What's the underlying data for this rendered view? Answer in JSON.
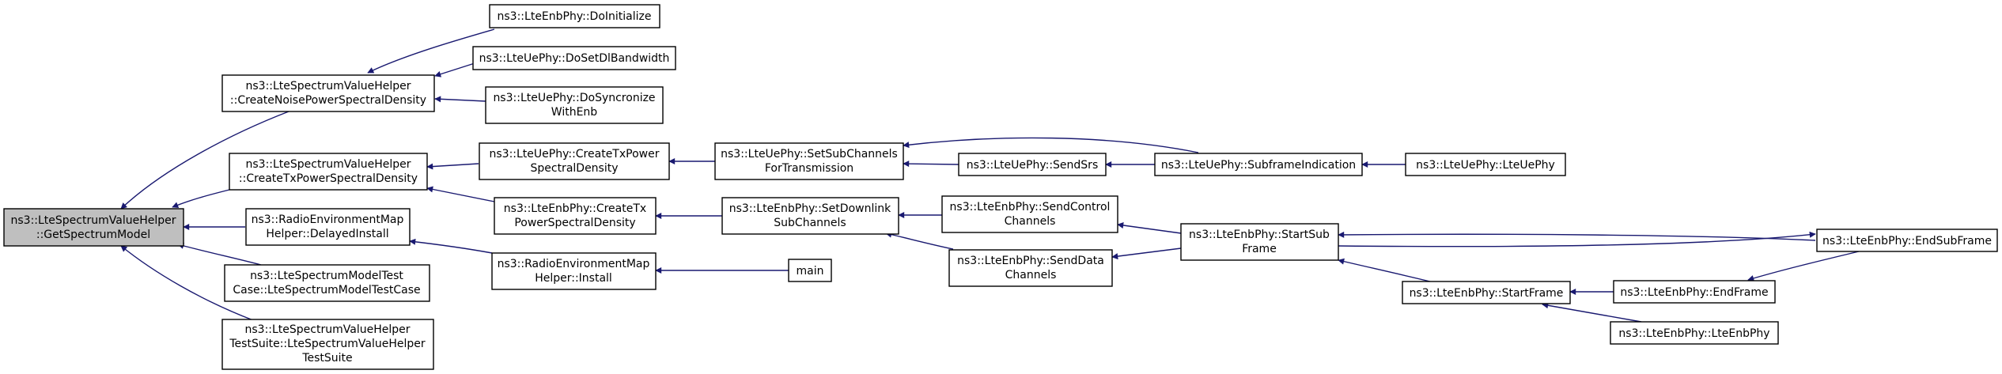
{
  "colors": {
    "edge": "#191970",
    "root_fill": "#bfbfbf",
    "node_fill": "#ffffff",
    "node_stroke": "#000000"
  },
  "nodes": [
    {
      "id": "root",
      "lines": [
        "ns3::LteSpectrumValueHelper",
        "::GetSpectrumModel"
      ]
    },
    {
      "id": "noise",
      "lines": [
        "ns3::LteSpectrumValueHelper",
        "::CreateNoisePowerSpectralDensity"
      ]
    },
    {
      "id": "txpsd",
      "lines": [
        "ns3::LteSpectrumValueHelper",
        "::CreateTxPowerSpectralDensity"
      ]
    },
    {
      "id": "delayed",
      "lines": [
        "ns3::RadioEnvironmentMap",
        "Helper::DelayedInstall"
      ]
    },
    {
      "id": "modeltest",
      "lines": [
        "ns3::LteSpectrumModelTest",
        "Case::LteSpectrumModelTestCase"
      ]
    },
    {
      "id": "valuesuite",
      "lines": [
        "ns3::LteSpectrumValueHelper",
        "TestSuite::LteSpectrumValueHelper",
        "TestSuite"
      ]
    },
    {
      "id": "enbInit",
      "lines": [
        "ns3::LteEnbPhy::DoInitialize"
      ]
    },
    {
      "id": "ueDlBw",
      "lines": [
        "ns3::LteUePhy::DoSetDlBandwidth"
      ]
    },
    {
      "id": "ueSync",
      "lines": [
        "ns3::LteUePhy::DoSyncronize",
        "WithEnb"
      ]
    },
    {
      "id": "ueTxPsd",
      "lines": [
        "ns3::LteUePhy::CreateTxPower",
        "SpectralDensity"
      ]
    },
    {
      "id": "enbTxPsd",
      "lines": [
        "ns3::LteEnbPhy::CreateTx",
        "PowerSpectralDensity"
      ]
    },
    {
      "id": "remInstall",
      "lines": [
        "ns3::RadioEnvironmentMap",
        "Helper::Install"
      ]
    },
    {
      "id": "ueSetSub",
      "lines": [
        "ns3::LteUePhy::SetSubChannels",
        "ForTransmission"
      ]
    },
    {
      "id": "enbSetDl",
      "lines": [
        "ns3::LteEnbPhy::SetDownlink",
        "SubChannels"
      ]
    },
    {
      "id": "main",
      "lines": [
        "main"
      ]
    },
    {
      "id": "ueSrs",
      "lines": [
        "ns3::LteUePhy::SendSrs"
      ]
    },
    {
      "id": "enbCtrl",
      "lines": [
        "ns3::LteEnbPhy::SendControl",
        "Channels"
      ]
    },
    {
      "id": "enbData",
      "lines": [
        "ns3::LteEnbPhy::SendData",
        "Channels"
      ]
    },
    {
      "id": "ueSubInd",
      "lines": [
        "ns3::LteUePhy::SubframeIndication"
      ]
    },
    {
      "id": "enbStartSub",
      "lines": [
        "ns3::LteEnbPhy::StartSub",
        "Frame"
      ]
    },
    {
      "id": "ueCtor",
      "lines": [
        "ns3::LteUePhy::LteUePhy"
      ]
    },
    {
      "id": "enbStartFrame",
      "lines": [
        "ns3::LteEnbPhy::StartFrame"
      ]
    },
    {
      "id": "enbEndFrame",
      "lines": [
        "ns3::LteEnbPhy::EndFrame"
      ]
    },
    {
      "id": "enbCtor",
      "lines": [
        "ns3::LteEnbPhy::LteEnbPhy"
      ]
    },
    {
      "id": "enbEndSub",
      "lines": [
        "ns3::LteEnbPhy::EndSubFrame"
      ]
    }
  ]
}
